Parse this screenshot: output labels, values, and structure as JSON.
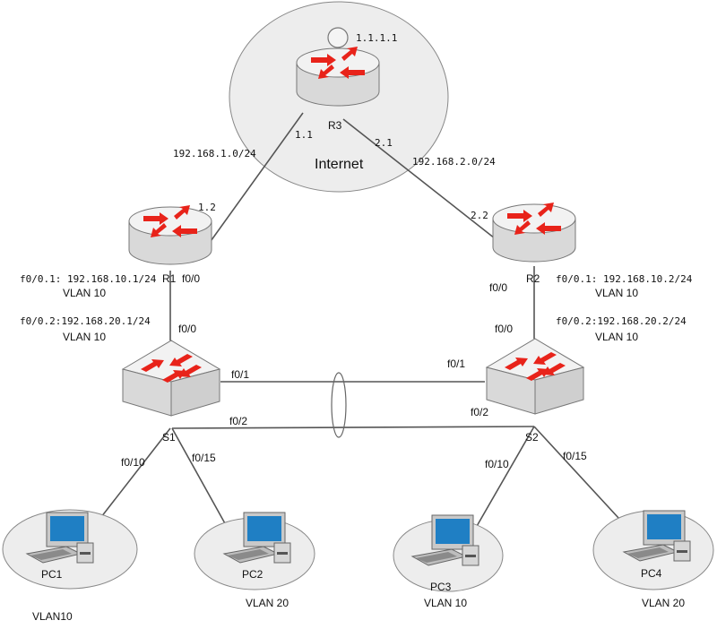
{
  "colors": {
    "arrow": "#e8231a",
    "cloud_fill": "#ededed",
    "cloud_stroke": "#888888",
    "device_body": "#d9d9d9",
    "device_top": "#f2f2f2",
    "link": "#555555",
    "monitor_screen": "#1f7fc4"
  },
  "internet": {
    "label": "Internet",
    "loopback": "1.1.1.1"
  },
  "routers": {
    "r3": {
      "name": "R3",
      "left_ip": "1.1",
      "right_ip": "2.1",
      "icon": "router-icon"
    },
    "r1": {
      "name": "R1",
      "wan_ip": "1.2",
      "port_up": "f0/0",
      "port_down": "f0/0",
      "icon": "router-icon"
    },
    "r2": {
      "name": "R2",
      "wan_ip": "2.2",
      "port_up": "f0/0",
      "port_down": "f0/0",
      "icon": "router-icon"
    }
  },
  "subnets": {
    "left": "192.168.1.0/24",
    "right": "192.168.2.0/24"
  },
  "subinterfaces": {
    "r1_a": "f0/0.1: 192.168.10.1/24",
    "r1_a_vlan": "VLAN 10",
    "r1_b": "f0/0.2:192.168.20.1/24",
    "r1_b_vlan": "VLAN 10",
    "r2_a": "f0/0.1: 192.168.10.2/24",
    "r2_a_vlan": "VLAN 10",
    "r2_b": "f0/0.2:192.168.20.2/24",
    "r2_b_vlan": "VLAN 10"
  },
  "switches": {
    "s1": {
      "name": "S1",
      "port_f01": "f0/1",
      "port_f02": "f0/2",
      "port_f010": "f0/10",
      "port_f015": "f0/15",
      "icon": "switch-icon"
    },
    "s2": {
      "name": "S2",
      "port_f01": "f0/1",
      "port_f02": "f0/2",
      "port_f010": "f0/10",
      "port_f015": "f0/15",
      "icon": "switch-icon"
    }
  },
  "pcs": [
    {
      "name": "PC1",
      "vlan": "VLAN10",
      "icon": "computer-icon"
    },
    {
      "name": "PC2",
      "vlan": "VLAN 20",
      "icon": "computer-icon"
    },
    {
      "name": "PC3",
      "vlan": "VLAN 10",
      "icon": "computer-icon"
    },
    {
      "name": "PC4",
      "vlan": "VLAN 20",
      "icon": "computer-icon"
    }
  ]
}
